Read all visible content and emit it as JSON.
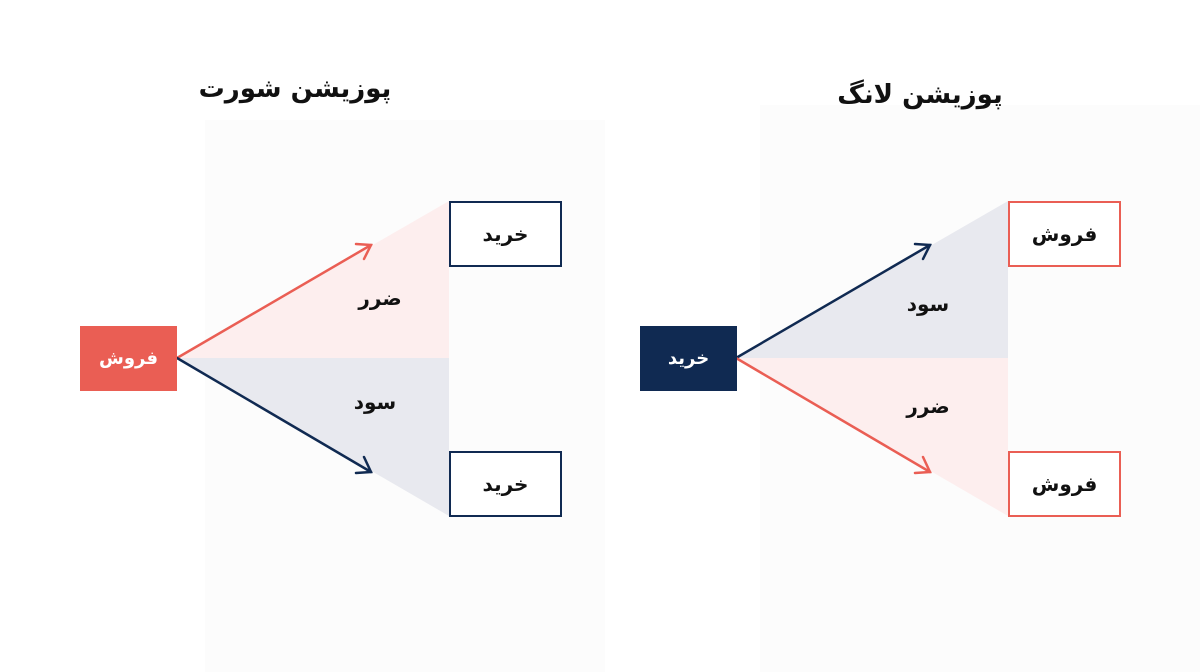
{
  "colors": {
    "red": "#EA5E54",
    "navy": "#102A52",
    "red_fill": "#FDEEEE",
    "navy_fill": "#E8E9EF"
  },
  "short_position": {
    "title": "پوزیشن شورت",
    "source_label": "فروش",
    "upper_target_label": "خرید",
    "lower_target_label": "خرید",
    "upper_region_label": "ضرر",
    "lower_region_label": "سود"
  },
  "long_position": {
    "title": "پوزیشن لانگ",
    "source_label": "خرید",
    "upper_target_label": "فروش",
    "lower_target_label": "فروش",
    "upper_region_label": "سود",
    "lower_region_label": "ضرر"
  }
}
